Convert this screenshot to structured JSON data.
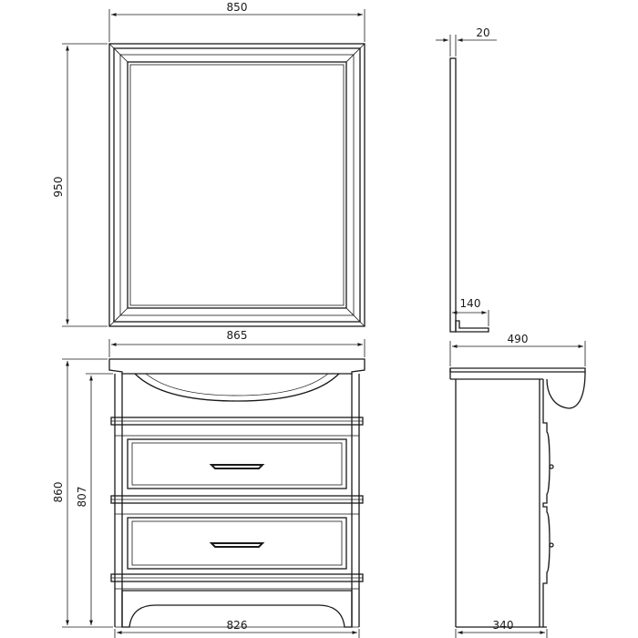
{
  "dimensions": {
    "mirror_width": "850",
    "mirror_height": "950",
    "mirror_depth": "20",
    "shelf_depth": "140",
    "top_width": "865",
    "cabinet_depth": "490",
    "total_height": "860",
    "body_height": "807",
    "base_width": "826",
    "base_depth": "340"
  }
}
